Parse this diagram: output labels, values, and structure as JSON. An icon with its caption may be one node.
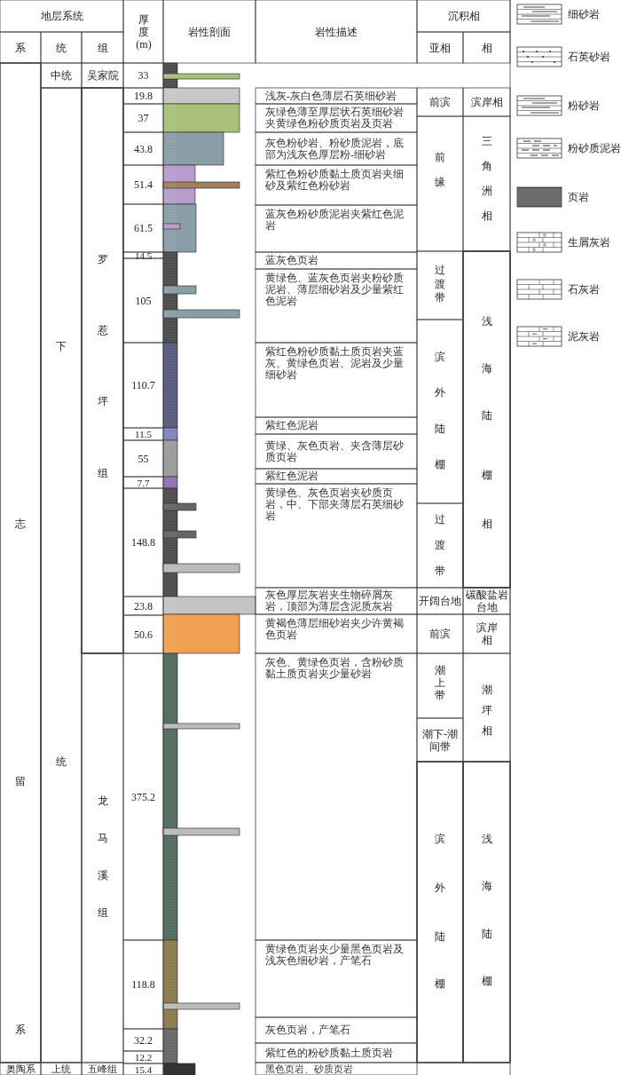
{
  "diagram": {
    "labels": [
      "地层系统",
      "厚度(m)",
      "岩性剖面",
      "岩性描述",
      "沉积相",
      "系",
      "统",
      "组",
      "亚相",
      "相",
      "志",
      "留",
      "系",
      "中统",
      "吴家院",
      "33",
      "下",
      "统",
      "罗",
      "惹",
      "坪",
      "组",
      "19.8",
      "浅灰-灰白色薄层石英细砂岩",
      "前滨",
      "滨岸相",
      "37",
      "灰绿色薄至厚层状石英细砂岩夹黄绿色粉砂质页岩及页岩",
      "43.8",
      "灰色粉砂岩、粉砂质泥岩，底部为浅灰色厚层粉-细砂岩",
      "前缘",
      "三角洲相",
      "51.4",
      "紫红色粉砂质黏土质页岩夹细砂及紫红色粉砂岩",
      "61.5",
      "蓝灰色粉砂质泥岩夹紫红色泥岩",
      "14.5",
      "蓝灰色页岩",
      "过渡带",
      "浅",
      "海",
      "陆",
      "棚",
      "相",
      "105",
      "黄绿色、蓝灰色页岩夹粉砂质泥岩、薄层细砂岩及少量紫红色泥岩",
      "110.7",
      "紫红色粉砂质黏土质页岩夹蓝灰、黄绿色页岩、泥岩及少量细砂岩",
      "滨外陆棚",
      "11.5",
      "紫红色泥岩",
      "55",
      "黄绿、灰色页岩、夹含薄层砂质页岩",
      "7.7",
      "紫红色泥岩",
      "148.8",
      "黄绿色、灰色页岩夹砂质页岩，中、下部夹薄层石英细砂岩",
      "过渡带",
      "23.8",
      "灰色厚层灰岩夹生物碎屑灰岩，顶部为薄层含泥质灰岩",
      "开阔台地",
      "碳酸盐岩台地",
      "50.6",
      "黄褐色薄层细砂岩夹少许黄褐色页岩",
      "前滨",
      "滨岸相",
      "龙马溪组",
      "375.2",
      "灰色、黄绿色页岩，含粉砂质黏土质页岩夹少量砂岩",
      "潮上带",
      "潮坪相",
      "潮下-潮间带",
      "滨",
      "外",
      "陆",
      "棚",
      "浅",
      "海",
      "陆",
      "棚",
      "118.8",
      "黄绿色页岩夹少量黑色页岩及浅灰色细砂岩，产笔石",
      "32.2",
      "灰色页岩，产笔石",
      "12.2",
      "紫红色的粉砂质黏土质页岩",
      "奥陶系",
      "上统",
      "五峰组",
      "15.4",
      "黑色页岩、砂质页岩"
    ],
    "legend": [
      {
        "text": "细砂岩"
      },
      {
        "text": "石英砂岩"
      },
      {
        "text": "粉砂岩"
      },
      {
        "text": "粉砂质泥岩"
      },
      {
        "text": "页岩"
      },
      {
        "text": "生屑灰岩"
      },
      {
        "text": "石灰岩"
      },
      {
        "text": "泥灰岩"
      }
    ]
  }
}
